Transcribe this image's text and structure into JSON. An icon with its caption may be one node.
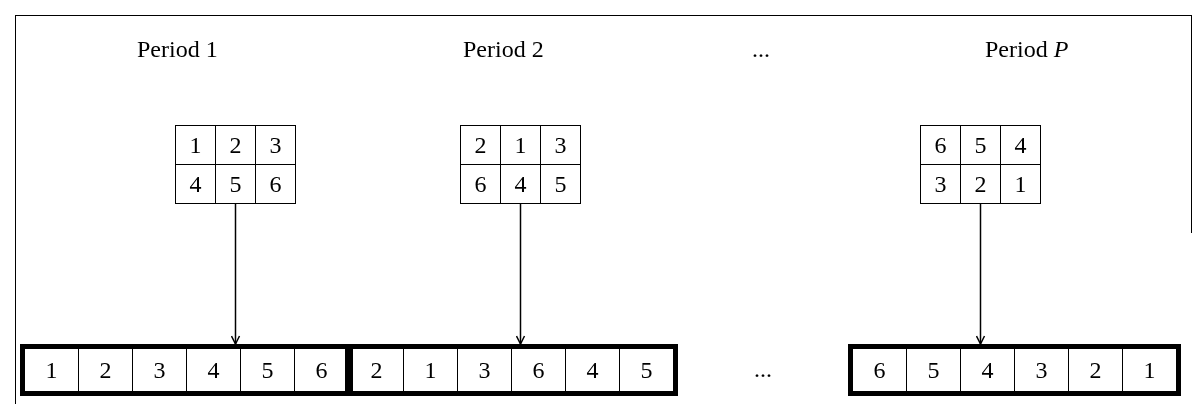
{
  "diagram": {
    "nodes": [
      {
        "text": [
          "Period 1"
        ]
      },
      {
        "text": [
          "Period 2"
        ]
      },
      {
        "text": [
          "Period *P*"
        ]
      },
      {
        "text": [],
        "shape": "box"
      },
      {
        "text": [],
        "shape": "box"
      },
      {
        "text": [],
        "shape": "box"
      }
    ],
    "edges": [
      {
        "from": 0,
        "to": 3,
        "arrow": "to"
      },
      {
        "from": 1,
        "to": 4,
        "arrow": "to"
      },
      {
        "from": 2,
        "to": 5,
        "arrow": "to"
      }
    ],
    "labels": [
      "...",
      "1",
      "2",
      "3",
      "4",
      "5",
      "6",
      "2",
      "1",
      "3",
      "6",
      "4",
      "5",
      "6",
      "5",
      "4",
      "3",
      "2",
      "1",
      "1",
      "2",
      "3",
      "4",
      "5",
      "6",
      "2",
      "1",
      "3",
      "6",
      "4",
      "5",
      "6",
      "5",
      "4",
      "3",
      "2",
      "1",
      "..."
    ]
  }
}
